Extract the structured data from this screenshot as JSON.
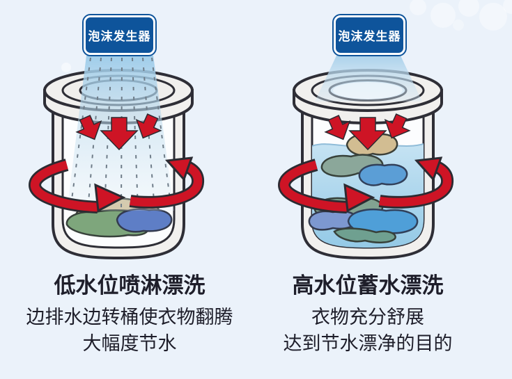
{
  "panels": [
    {
      "badge_label": "泡沫发生器",
      "title": "低水位喷淋漂洗",
      "description_lines": [
        "边排水边转桶使衣物翻腾",
        "大幅度节水"
      ]
    },
    {
      "badge_label": "泡沫发生器",
      "title": "高水位蓄水漂洗",
      "description_lines": [
        "衣物充分舒展",
        "达到节水漂净的目的"
      ]
    }
  ],
  "colors": {
    "background": "#ebf2fa",
    "badge_blue": "#0e549b",
    "badge_border": "#ffffff",
    "arrow_red": "#ce1425",
    "outline_dark": "#2e2e36",
    "beam_blue": "#9ccbe9",
    "water_blue": "#a5d3ec",
    "drum_fill": "#f1f0ee",
    "cloth_tan": "#d3bf95",
    "cloth_green": "#7ea67c",
    "cloth_blue": "#5e7ec6",
    "text": "#1e1e2a"
  }
}
